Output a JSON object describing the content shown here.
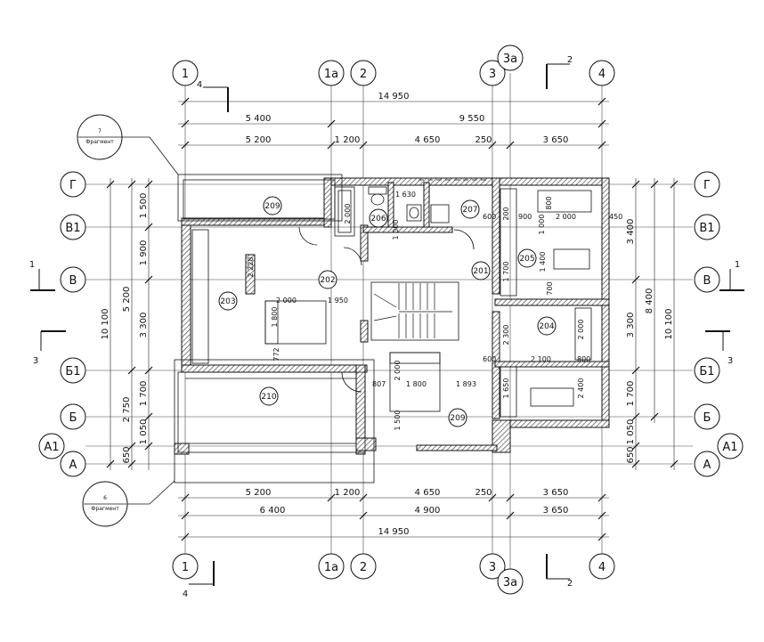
{
  "axes_top": [
    {
      "id": "ax-1",
      "label": "1"
    },
    {
      "id": "ax-1a",
      "label": "1а"
    },
    {
      "id": "ax-2",
      "label": "2"
    },
    {
      "id": "ax-3",
      "label": "3"
    },
    {
      "id": "ax-3a",
      "label": "3а"
    },
    {
      "id": "ax-4",
      "label": "4"
    }
  ],
  "axes_side": [
    {
      "id": "ax-G",
      "label": "Г"
    },
    {
      "id": "ax-V1",
      "label": "В1"
    },
    {
      "id": "ax-V",
      "label": "В"
    },
    {
      "id": "ax-B1",
      "label": "Б1"
    },
    {
      "id": "ax-B",
      "label": "Б"
    },
    {
      "id": "ax-A1",
      "label": "А1"
    },
    {
      "id": "ax-A",
      "label": "А"
    }
  ],
  "dims_top": {
    "overall": "14 950",
    "row2": [
      "5 400",
      "9 550"
    ],
    "row3": [
      "5 200",
      "1 200",
      "4 650",
      "250",
      "3 650"
    ]
  },
  "dims_bottom": {
    "row1": [
      "5 200",
      "1 200",
      "4 650",
      "250",
      "3 650"
    ],
    "row2": [
      "6 400",
      "4 900",
      "3 650"
    ],
    "overall": "14 950"
  },
  "dims_left": {
    "overall": "10 100",
    "col2": [
      "5 200",
      "2 750",
      "650"
    ],
    "col3": [
      "1 500",
      "1 900",
      "3 300",
      "1 700",
      "1 050"
    ]
  },
  "dims_right": {
    "col1": [
      "3 400",
      "3 300",
      "1 700",
      "1 050",
      "650"
    ],
    "col2": "8 400",
    "col3": "10 100"
  },
  "rooms": [
    {
      "id": "r209a",
      "label": "209"
    },
    {
      "id": "r206",
      "label": "206"
    },
    {
      "id": "r207",
      "label": "207"
    },
    {
      "id": "r205",
      "label": "205"
    },
    {
      "id": "r203",
      "label": "203"
    },
    {
      "id": "r202",
      "label": "202"
    },
    {
      "id": "r201",
      "label": "201"
    },
    {
      "id": "r204",
      "label": "204"
    },
    {
      "id": "r210",
      "label": "210"
    },
    {
      "id": "r209b",
      "label": "209"
    }
  ],
  "inner_dims": {
    "d1630": "1 630",
    "d2000a": "2 000",
    "d1000a": "1 000",
    "d600a": "600",
    "d200": "200",
    "d900": "900",
    "d1000b": "1 000",
    "d800a": "800",
    "d2000b": "2 000",
    "d450": "450",
    "d1400": "1 400",
    "d1700": "1 700",
    "d700": "700",
    "d2228": "2 228",
    "d2000c": "2 000",
    "d1950": "1 950",
    "d1800a": "1 800",
    "d772": "772",
    "d2300": "2 300",
    "d600b": "600",
    "d2000d": "2 000",
    "d2100": "2 100",
    "d800b": "800",
    "d807": "807",
    "d2000e": "2 000",
    "d1800b": "1 800",
    "d1893": "1 893",
    "d1650": "1 650",
    "d2400": "2 400",
    "d1500": "1 500"
  },
  "fragments": [
    {
      "id": "frag7",
      "num": "7",
      "label": "Фрагмент"
    },
    {
      "id": "frag6",
      "num": "6",
      "label": "Фрагмент"
    }
  ],
  "sections": [
    {
      "id": "s4-top",
      "label": "4"
    },
    {
      "id": "s2-top",
      "label": "2"
    },
    {
      "id": "s1-left",
      "label": "1"
    },
    {
      "id": "s1-right",
      "label": "1"
    },
    {
      "id": "s3-left",
      "label": "3"
    },
    {
      "id": "s3-right",
      "label": "3"
    },
    {
      "id": "s4-bottom",
      "label": "4"
    },
    {
      "id": "s2-bottom",
      "label": "2"
    }
  ]
}
